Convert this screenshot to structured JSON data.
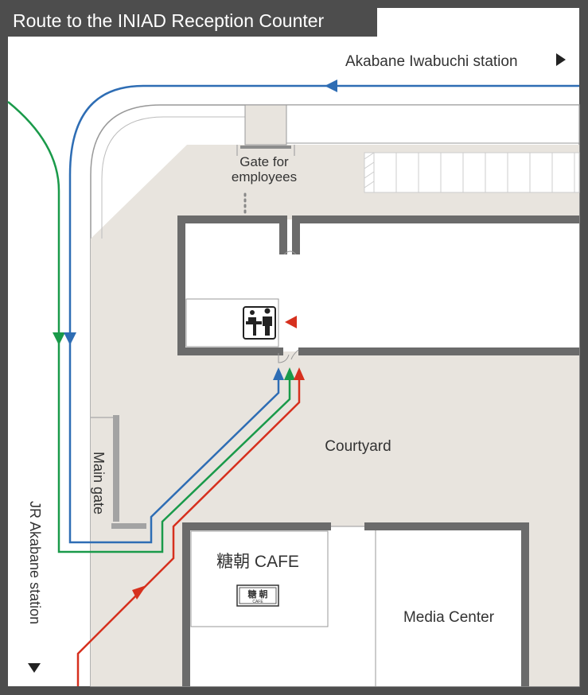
{
  "title": "Route to the INIAD Reception Counter",
  "labels": {
    "akabane_iwabuchi": "Akabane Iwabuchi station",
    "jr_akabane": "JR Akabane station",
    "gate_employees_line1": "Gate for",
    "gate_employees_line2": "employees",
    "main_gate": "Main gate",
    "courtyard": "Courtyard",
    "cafe": "糖朝 CAFE",
    "cafe_sign": "糖 朝",
    "cafe_sign_sub": "CAFE",
    "media_center": "Media Center"
  },
  "icons": {
    "reception": "reception-counter-icon",
    "destination": "red-triangle-marker-icon",
    "direction_right": "triangle-right-icon",
    "direction_down": "triangle-down-icon"
  },
  "colors": {
    "frame": "#4d4d4d",
    "ground": "#e8e4de",
    "wall": "#6b6b6b",
    "route_blue": "#2e6db4",
    "route_green": "#1a9a4a",
    "route_red": "#d6301e"
  }
}
